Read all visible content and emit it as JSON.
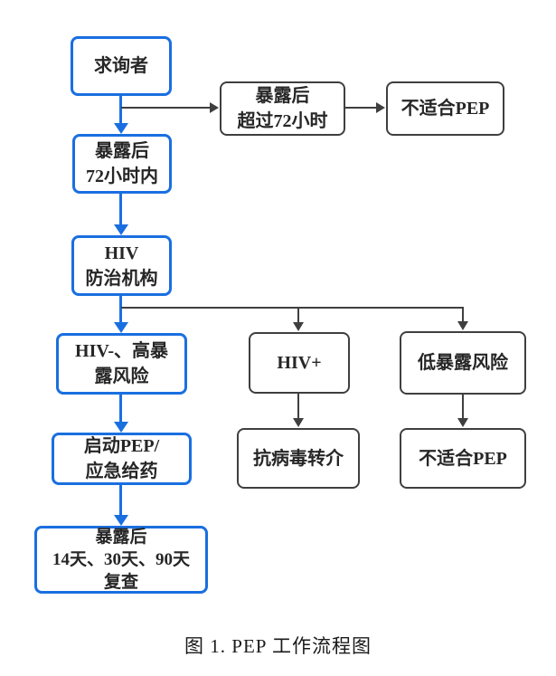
{
  "diagram": {
    "caption": "图 1. PEP 工作流程图",
    "colors": {
      "blue": "#1a6fe0",
      "dark": "#3f3f3f",
      "text": "#262626"
    },
    "nodes": {
      "seeker": {
        "label": "求询者"
      },
      "over72": {
        "label": "暴露后\n超过72小时"
      },
      "unfit_top": {
        "label": "不适合PEP"
      },
      "within72": {
        "label": "暴露后\n72小时内"
      },
      "hiv_org": {
        "label": "HIV\n防治机构"
      },
      "hiv_neg_high": {
        "label": "HIV-、高暴\n露风险"
      },
      "hiv_pos": {
        "label": "HIV+"
      },
      "low_risk": {
        "label": "低暴露风险"
      },
      "start_pep": {
        "label": "启动PEP/\n应急给药"
      },
      "antiviral": {
        "label": "抗病毒转介"
      },
      "unfit_bottom": {
        "label": "不适合PEP"
      },
      "followup": {
        "label": "暴露后\n14天、30天、90天\n复查"
      }
    }
  }
}
